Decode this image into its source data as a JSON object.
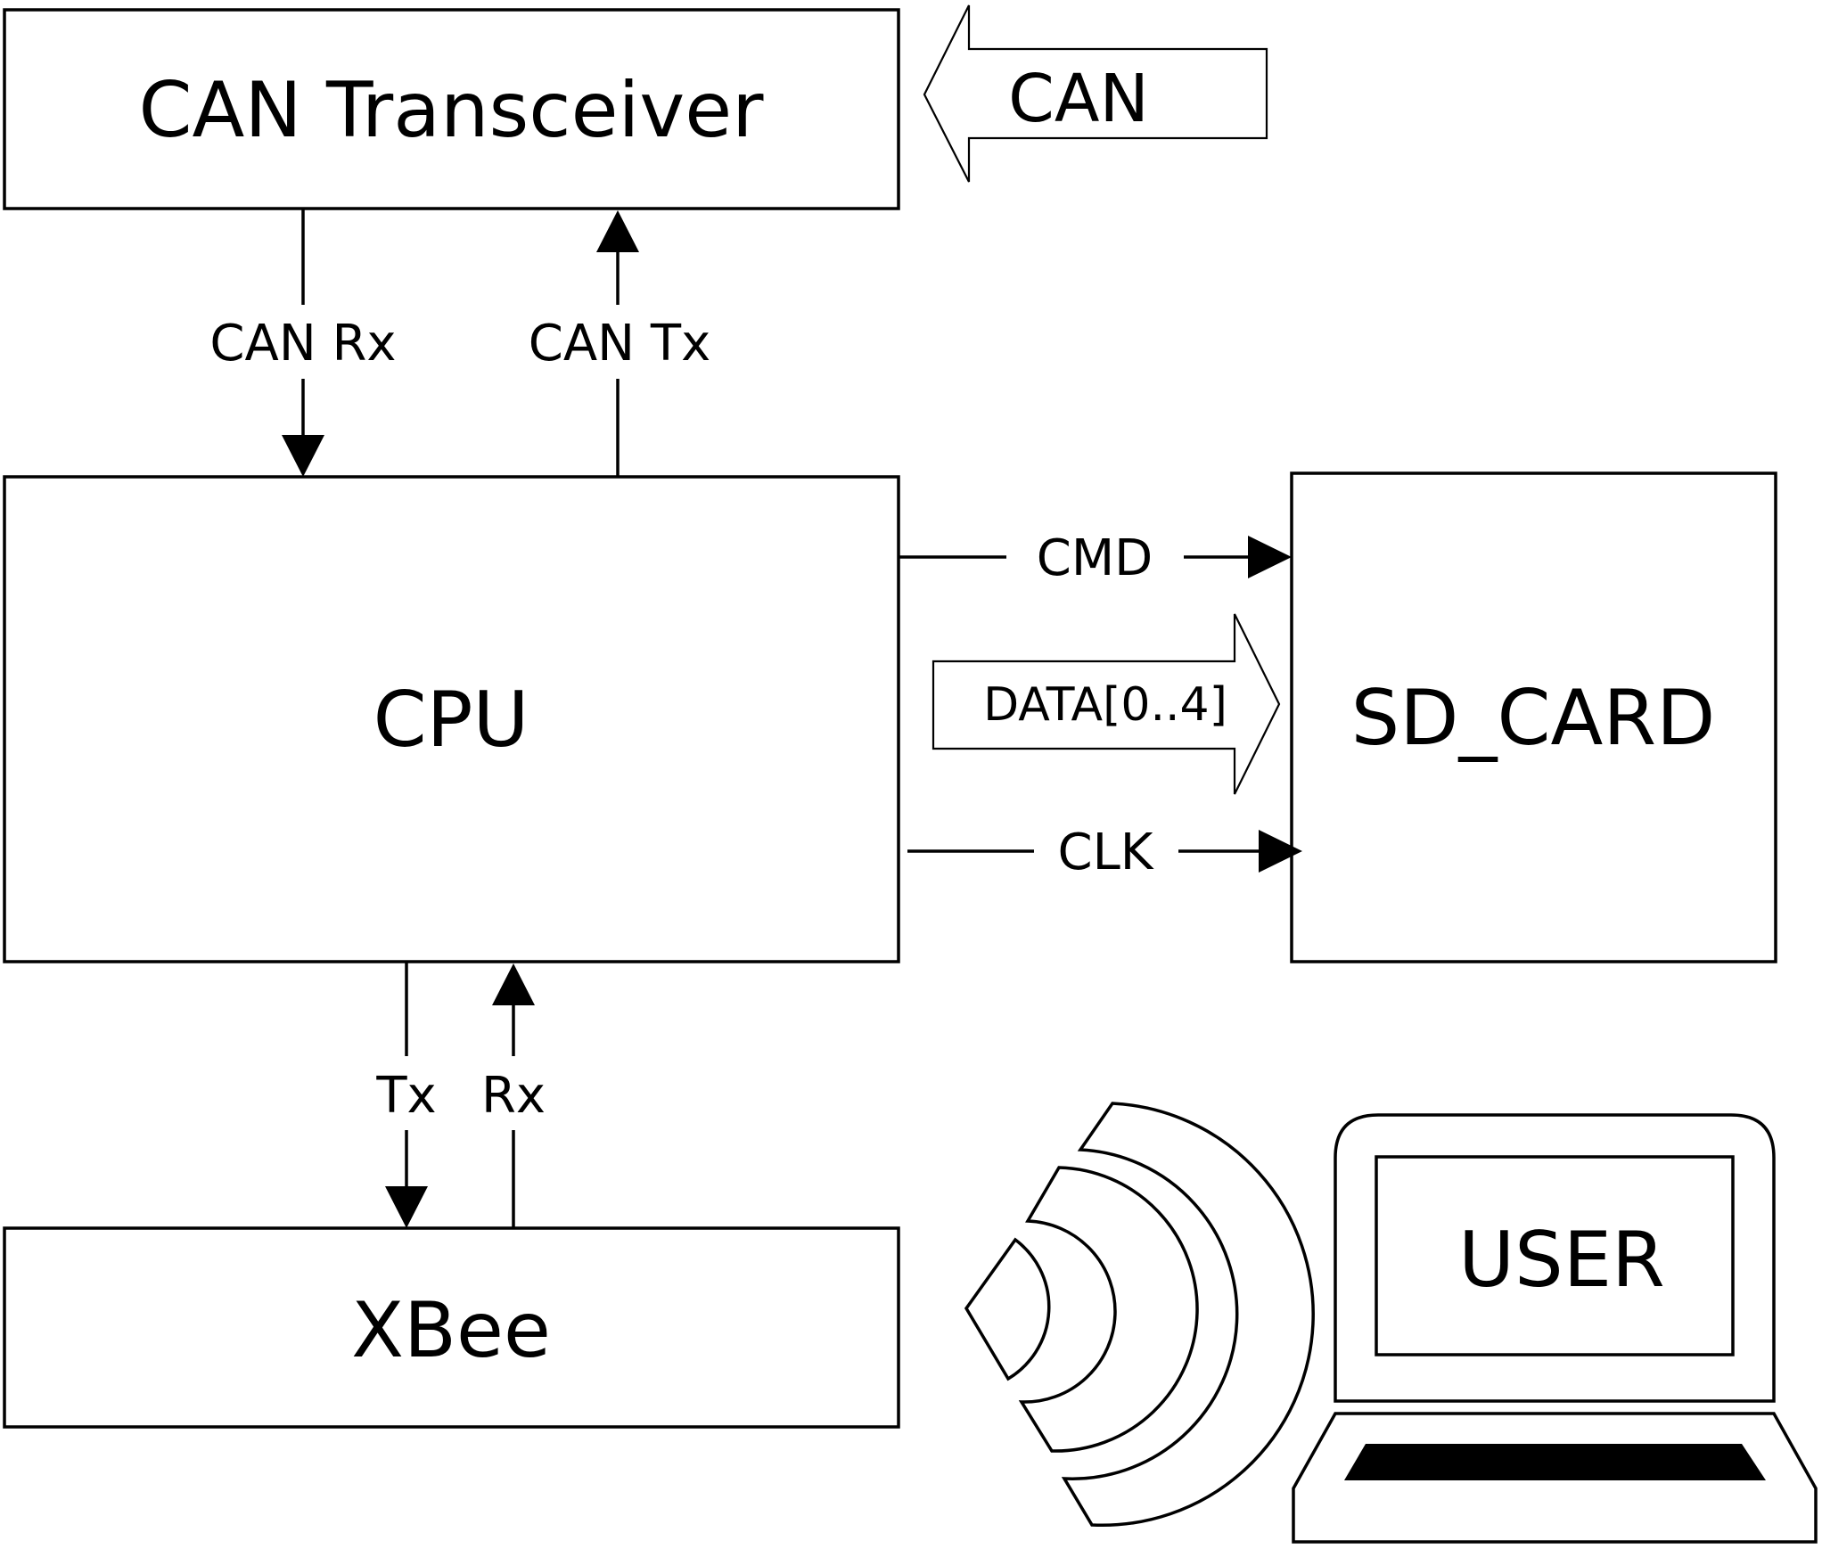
{
  "blocks": {
    "can_transceiver": "CAN Transceiver",
    "cpu": "CPU",
    "sd_card": "SD_CARD",
    "xbee": "XBee",
    "user": "USER"
  },
  "signals": {
    "can_bus": "CAN",
    "can_rx": "CAN Rx",
    "can_tx": "CAN Tx",
    "cmd": "CMD",
    "data": "DATA[0..4]",
    "clk": "CLK",
    "tx": "Tx",
    "rx": "Rx"
  }
}
